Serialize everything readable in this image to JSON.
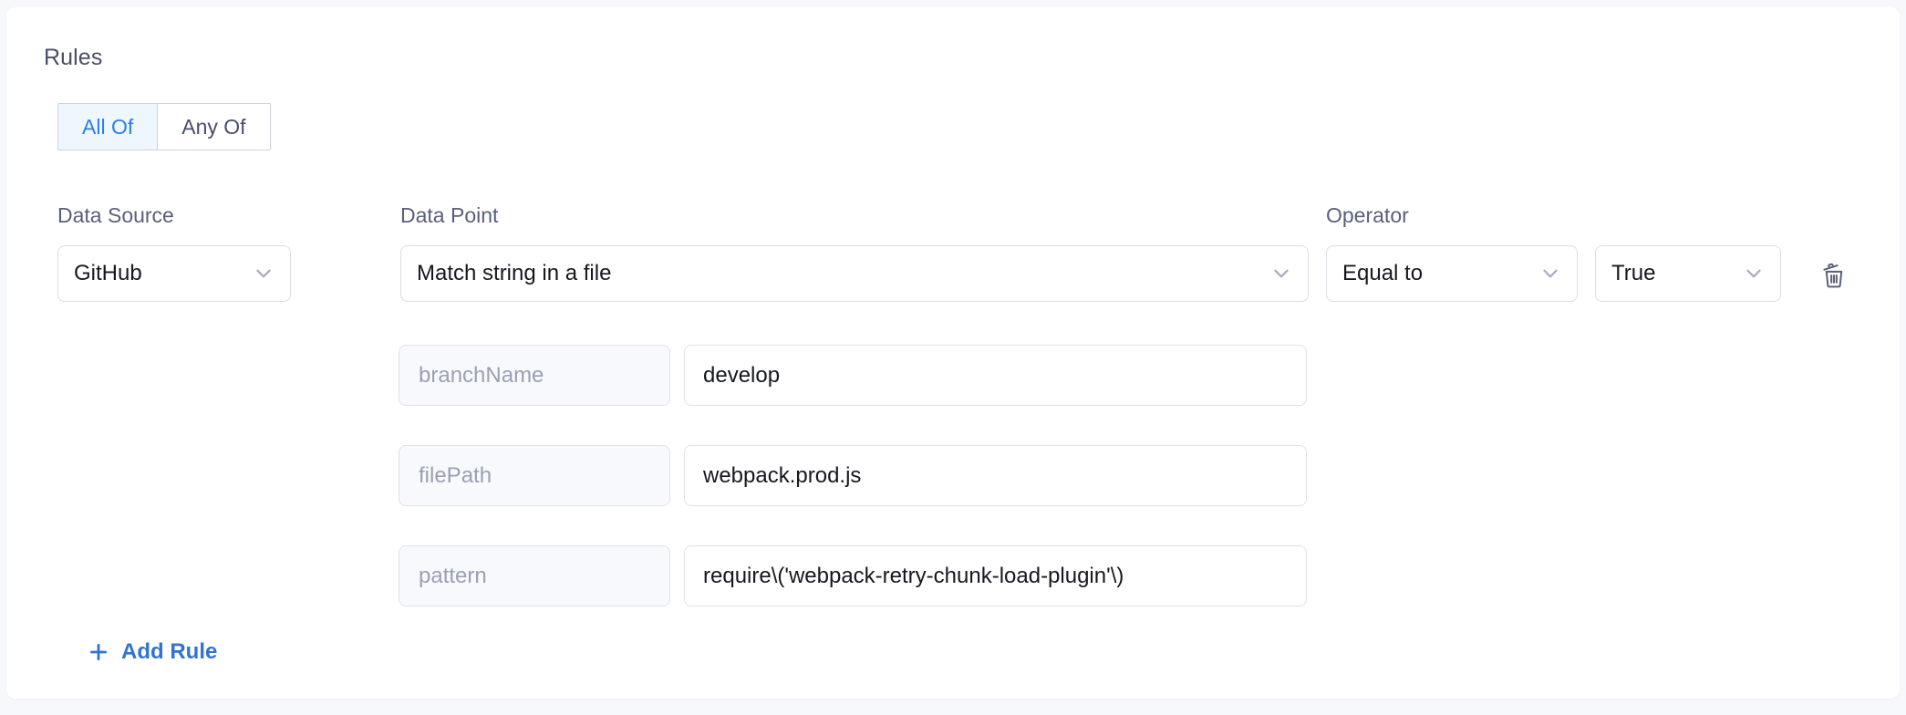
{
  "panel": {
    "title": "Rules"
  },
  "match_toggle": {
    "options": [
      {
        "label": "All Of",
        "active": true
      },
      {
        "label": "Any Of",
        "active": false
      }
    ],
    "active_color": "#2f7fe0",
    "active_bg": "#eef7fd"
  },
  "columns": {
    "data_source_label": "Data Source",
    "data_point_label": "Data Point",
    "operator_label": "Operator"
  },
  "rule": {
    "data_source": "GitHub",
    "data_point": "Match string in a file",
    "operator": "Equal to",
    "value": "True",
    "delete_icon": "trash-icon",
    "chevron_icon": "chevron-down-icon",
    "parameters": [
      {
        "key": "branchName",
        "value": "develop"
      },
      {
        "key": "filePath",
        "value": "webpack.prod.js"
      },
      {
        "key": "pattern",
        "value": "require\\('webpack-retry-chunk-load-plugin'\\)"
      }
    ]
  },
  "actions": {
    "add_rule_label": "Add Rule",
    "add_rule_icon": "plus-icon",
    "link_color": "#3273cf"
  }
}
